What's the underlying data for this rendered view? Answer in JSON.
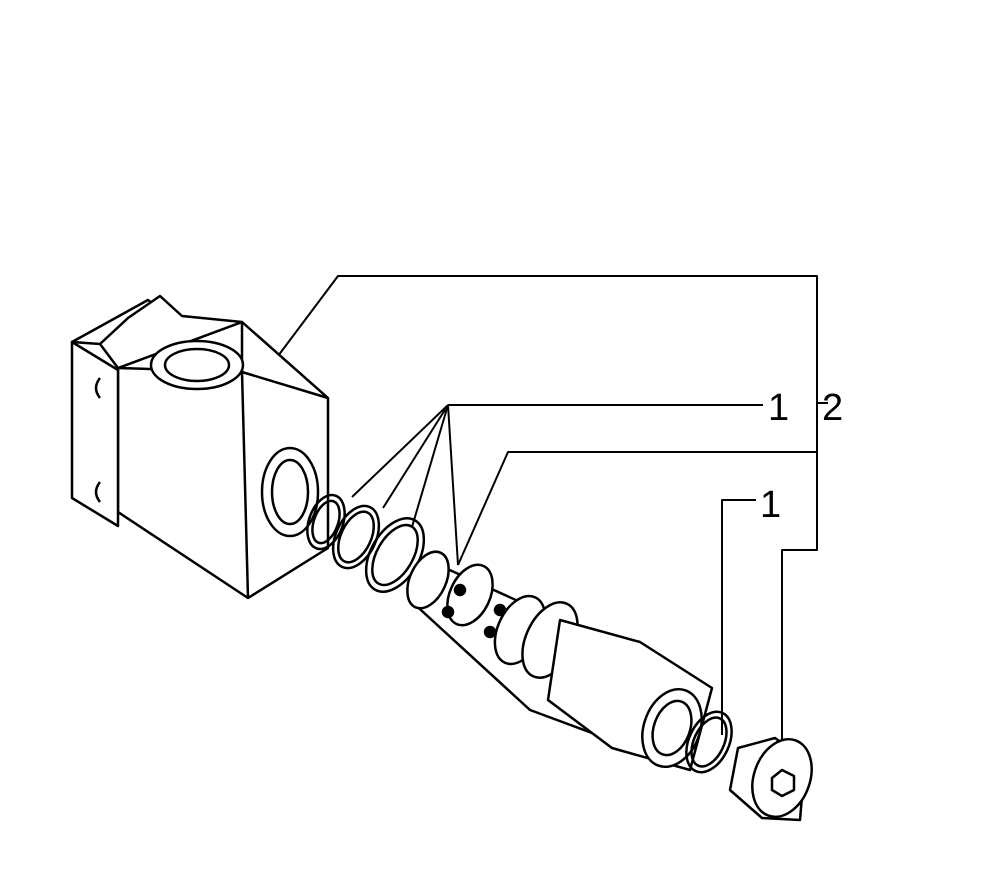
{
  "diagram": {
    "type": "exploded-parts-view",
    "subject": "hydraulic valve cartridge assembly with housing block",
    "callouts": [
      {
        "id": "callout-1-seals",
        "label": "1"
      },
      {
        "id": "callout-2-assembly",
        "label": "2"
      },
      {
        "id": "callout-1-plug-seal",
        "label": "1"
      }
    ],
    "parts": [
      {
        "name": "valve-housing-block"
      },
      {
        "name": "o-ring-set"
      },
      {
        "name": "valve-cartridge"
      },
      {
        "name": "plug-o-ring"
      },
      {
        "name": "hex-socket-plug"
      }
    ]
  }
}
